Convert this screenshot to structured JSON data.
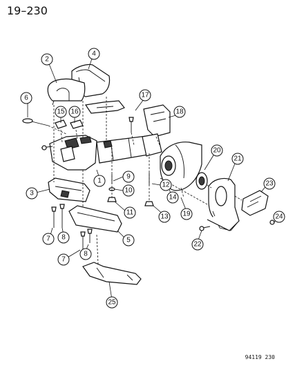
{
  "page_title": "19–230",
  "figure_code": "94119 230",
  "callouts": [
    "1",
    "2",
    "3",
    "4",
    "5",
    "6",
    "7",
    "7",
    "8",
    "8",
    "9",
    "10",
    "11",
    "12",
    "13",
    "14",
    "15",
    "16",
    "17",
    "18",
    "19",
    "20",
    "21",
    "22",
    "23",
    "24",
    "25"
  ]
}
